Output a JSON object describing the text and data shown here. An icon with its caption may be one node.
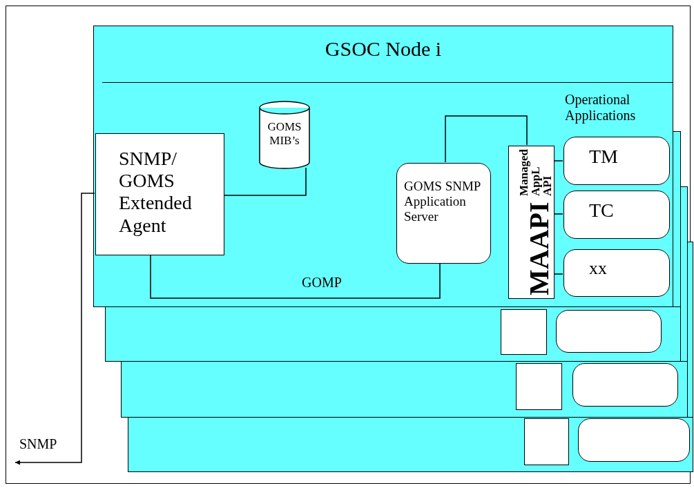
{
  "diagram": {
    "nodes": [
      {
        "text": [
          "GSOC Node i"
        ]
      },
      {
        "text": [
          "SNMP/ GOMS Extended Agent"
        ],
        "in": 0
      },
      {
        "text": [
          "GOMS MIB’s"
        ],
        "in": 0
      },
      {
        "text": [
          "GOMS SNMP Application Server"
        ],
        "in": 0
      },
      {
        "text": [
          "MAAPI",
          "Managed AppL API"
        ],
        "in": 0
      },
      {
        "text": [
          "TM"
        ],
        "in": 0
      },
      {
        "text": [
          "TC"
        ],
        "in": 0
      },
      {
        "text": [
          "xx"
        ],
        "in": 0
      },
      {
        "text": [
          "SNMP"
        ]
      },
      {
        "text": [],
        "shape": "box"
      },
      {
        "text": [],
        "shape": "box"
      },
      {
        "text": [],
        "shape": "box"
      },
      {
        "text": [],
        "shape": "box",
        "in": 9
      },
      {
        "text": [],
        "shape": "box",
        "in": 9
      },
      {
        "text": [],
        "shape": "box",
        "in": 10
      },
      {
        "text": [],
        "shape": "box",
        "in": 10
      },
      {
        "text": [],
        "shape": "box",
        "in": 11
      },
      {
        "text": [],
        "shape": "box",
        "in": 11
      }
    ],
    "edges": [
      {
        "from": 1,
        "to": 2,
        "arrow": "none"
      },
      {
        "from": 1,
        "to": 3,
        "arrow": "none",
        "label": "GOMP"
      },
      {
        "from": 3,
        "to": 4,
        "arrow": "none"
      },
      {
        "from": 4,
        "to": 5,
        "arrow": "none"
      },
      {
        "from": 4,
        "to": 6,
        "arrow": "none"
      },
      {
        "from": 4,
        "to": 7,
        "arrow": "none"
      },
      {
        "from": 1,
        "to": 8,
        "arrow": "to"
      }
    ],
    "labels": [
      "Operational Applications"
    ]
  }
}
